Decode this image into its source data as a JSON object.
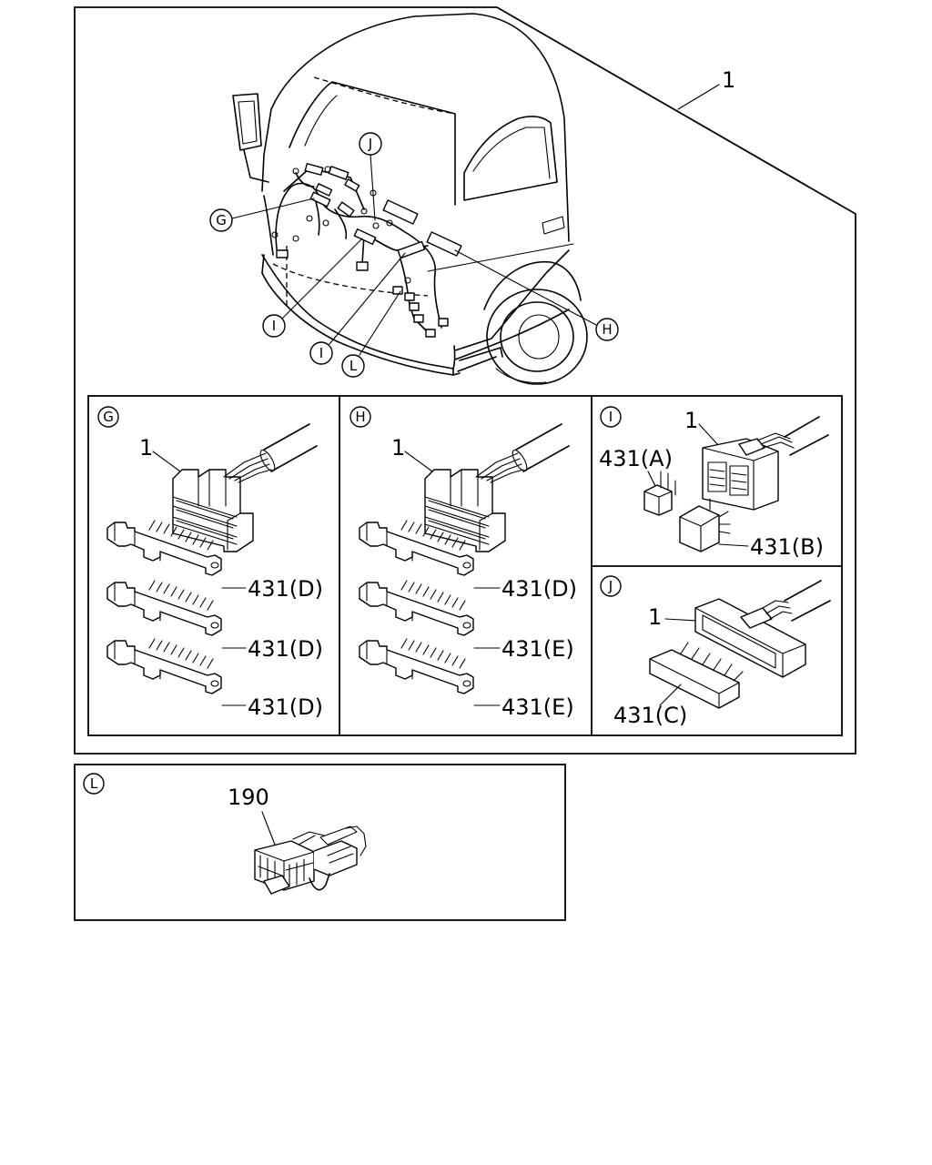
{
  "main_assembly": {
    "part_number": "1"
  },
  "callouts": {
    "G": "G",
    "H": "H",
    "I": "I",
    "J": "J",
    "L": "L"
  },
  "detail_G": {
    "letter": "G",
    "connector_label": "1",
    "part_labels": [
      "431(D)",
      "431(D)",
      "431(D)"
    ]
  },
  "detail_H": {
    "letter": "H",
    "connector_label": "1",
    "part_labels": [
      "431(D)",
      "431(E)",
      "431(E)"
    ]
  },
  "detail_I": {
    "letter": "I",
    "connector_label": "1",
    "part_labels": [
      "431(A)",
      "431(B)"
    ]
  },
  "detail_J": {
    "letter": "J",
    "connector_label": "1",
    "part_labels": [
      "431(C)"
    ]
  },
  "detail_L": {
    "letter": "L",
    "part_label": "190"
  }
}
